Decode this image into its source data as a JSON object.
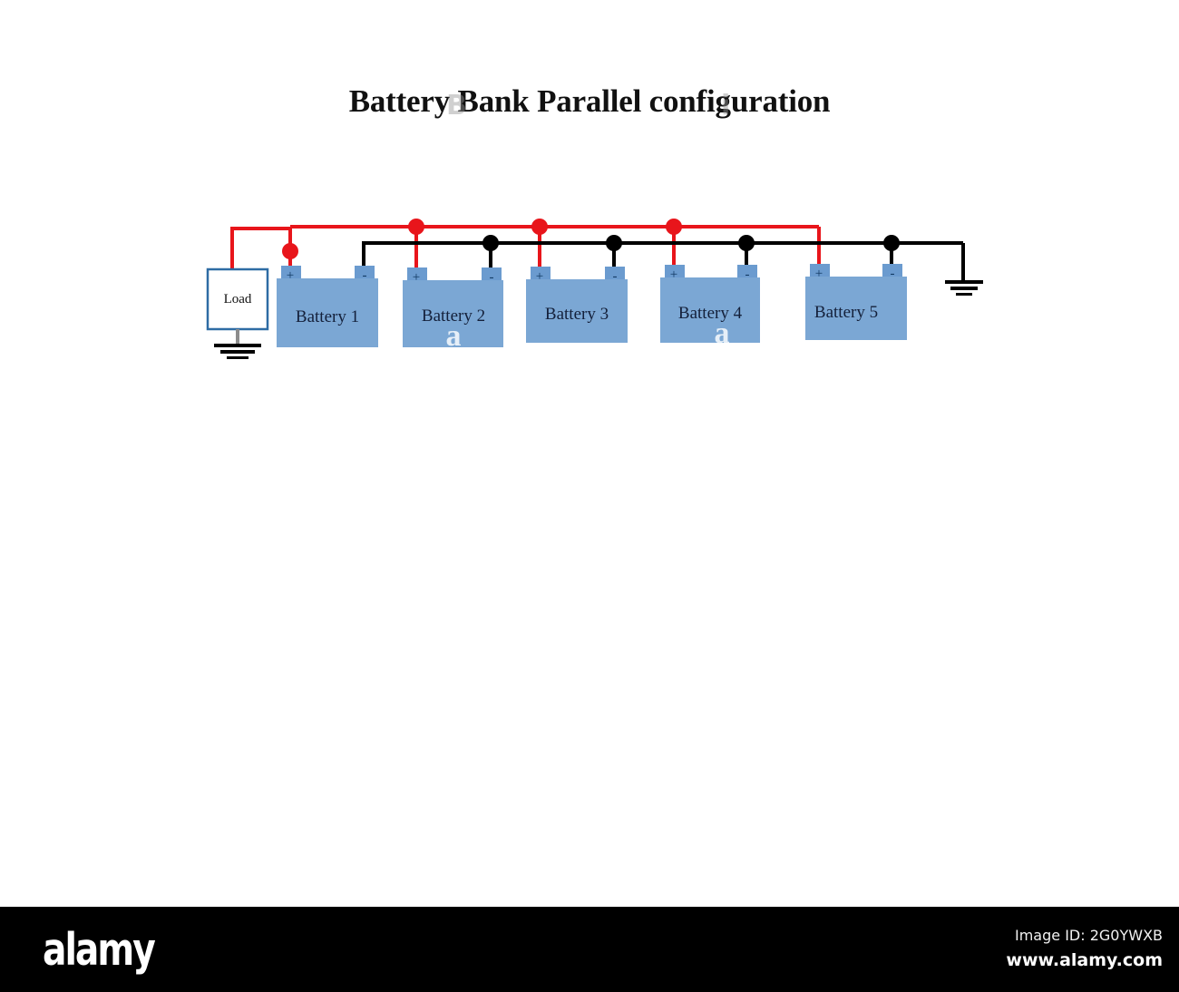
{
  "page": {
    "title": "Battery Bank Parallel configuration",
    "background": "#ffffff"
  },
  "colors": {
    "positive_wire": "#e8151b",
    "negative_wire": "#000000",
    "battery_fill": "#7ba7d4",
    "battery_terminal": "#6b9bcf",
    "load_border": "#2e6ca4",
    "load_fill": "#ffffff",
    "ground_gray": "#8c8c8c",
    "title_color": "#111111",
    "footer_bg": "#000000"
  },
  "diagram": {
    "name": "battery-bank-parallel-wiring-diagram",
    "load": {
      "label": "Load",
      "ground": true
    },
    "batteries": [
      {
        "label": "Battery 1",
        "positive": "+",
        "negative": "-"
      },
      {
        "label": "Battery 2",
        "positive": "+",
        "negative": "-"
      },
      {
        "label": "Battery 3",
        "positive": "+",
        "negative": "-"
      },
      {
        "label": "Battery 4",
        "positive": "+",
        "negative": "-"
      },
      {
        "label": "Battery 5",
        "positive": "+",
        "negative": "-"
      }
    ],
    "buses": {
      "positive_bus_label": "+",
      "negative_bus_label": "-"
    },
    "ground_right": true
  },
  "watermark": {
    "glyph_a": "a",
    "glyph_b": "B",
    "glyph_i": "i"
  },
  "footer": {
    "logo": "alamy",
    "image_id": "Image ID: 2G0YWXB",
    "url": "www.alamy.com"
  }
}
